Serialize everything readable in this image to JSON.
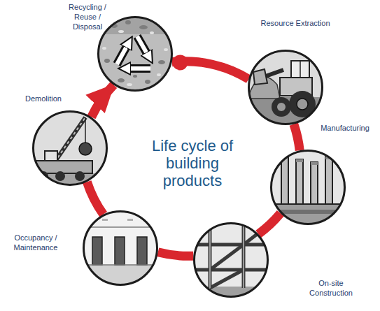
{
  "diagram": {
    "title": "Life cycle of building products",
    "nodes": [
      {
        "text": [
          "Recycling / Reuse / Disposal"
        ]
      },
      {
        "text": [
          "Resource Extraction"
        ]
      },
      {
        "text": [
          "Manufacturing"
        ]
      },
      {
        "text": [
          "On-site Construction"
        ]
      },
      {
        "text": [
          "Occupancy / Maintenance"
        ]
      },
      {
        "text": [
          "Demolition"
        ]
      }
    ],
    "edges": [
      {
        "from": 0,
        "to": 1,
        "arrow": "none"
      },
      {
        "from": 1,
        "to": 2,
        "arrow": "none"
      },
      {
        "from": 2,
        "to": 3,
        "arrow": "none"
      },
      {
        "from": 3,
        "to": 4,
        "arrow": "none"
      },
      {
        "from": 4,
        "to": 5,
        "arrow": "none"
      },
      {
        "from": 5,
        "to": 0,
        "arrow": "to"
      }
    ]
  }
}
